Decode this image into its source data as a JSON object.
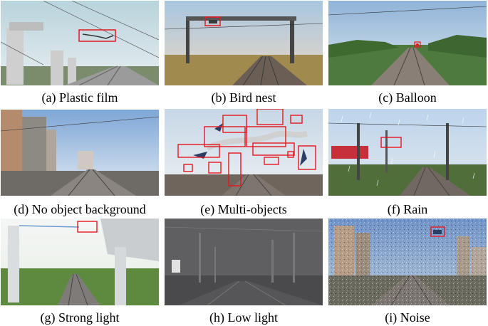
{
  "captions": {
    "a": "(a) Plastic film",
    "b": "(b) Bird nest",
    "c": "(c) Balloon",
    "d": "(d) No object background",
    "e": "(e) Multi-objects",
    "f": "(f) Rain",
    "g": "(g) Strong light",
    "h": "(h) Low light",
    "i": "(i) Noise"
  },
  "colors": {
    "box": "#e8161f",
    "rail": "#5a5a5a"
  }
}
